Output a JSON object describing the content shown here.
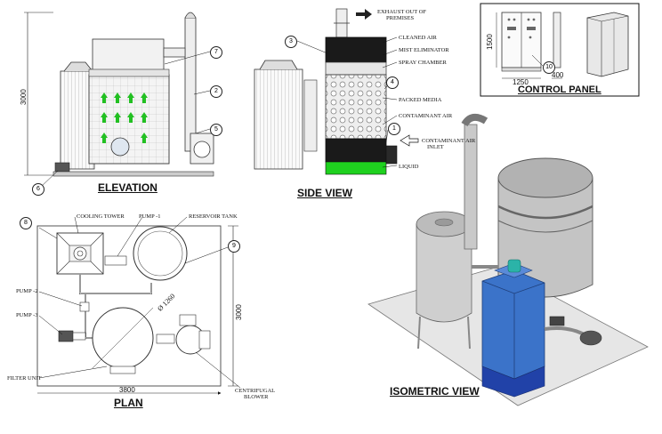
{
  "views": {
    "elevation": "ELEVATION",
    "side_view": "SIDE VIEW",
    "plan": "PLAN",
    "isometric_view": "ISOMETRIC VIEW",
    "control_panel": "CONTROL PANEL"
  },
  "side_view_labels": {
    "exhaust": "EXHAUST OUT OF",
    "exhaust_2": "PREMISES",
    "cleaned_air": "CLEANED AIR",
    "mist_eliminator": "MIST ELIMINATOR",
    "spray_chamber": "SPRAY CHAMBER",
    "packed_media": "PACKED MEDIA",
    "contaminant_air": "CONTAMINANT AIR",
    "contaminant_inlet": "CONTAMINANT AIR",
    "contaminant_inlet_2": "INLET",
    "liquid": "LIQUID"
  },
  "plan_labels": {
    "cooling_tower": "COOLING TOWER",
    "pump1": "PUMP -1",
    "reservoir_tank": "RESERVOIR TANK",
    "pump2": "PUMP -2",
    "pump3": "PUMP -3",
    "filter_unit": "FILTER UNIT",
    "centrifugal": "CENTRIFUGAL",
    "blower": "BLOWER",
    "diameter": "Ø 1260"
  },
  "dimensions": {
    "elevation_height": "3000",
    "plan_height": "3000",
    "plan_width": "3800",
    "panel_height": "1500",
    "panel_width": "1250",
    "panel_depth": "400"
  },
  "callouts": [
    "1",
    "2",
    "3",
    "4",
    "5",
    "6",
    "7",
    "8",
    "9",
    "10"
  ],
  "colors": {
    "arrow_green": "#22c022",
    "liquid_green": "#1fd11f",
    "spray_dark": "#1a1a1a",
    "iso_blue": "#3b73c9",
    "iso_cyan": "#2bb3a8"
  }
}
